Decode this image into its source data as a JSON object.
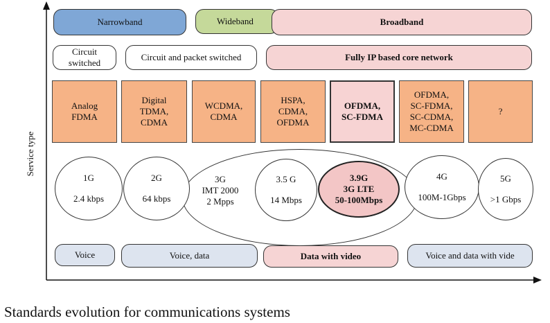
{
  "axis": {
    "y_label": "Service type"
  },
  "bandwidth": {
    "narrowband": "Narrowband",
    "wideband": "Wideband",
    "broadband": "Broadband"
  },
  "switching": {
    "circuit": "Circuit\nswitched",
    "circuit_packet": "Circuit and packet switched",
    "ip_core": "Fully IP based core network"
  },
  "technologies": [
    "Analog\nFDMA",
    "Digital\nTDMA,\nCDMA",
    "WCDMA,\nCDMA",
    "HSPA,\nCDMA,\nOFDMA",
    "OFDMA,\nSC-FDMA",
    "OFDMA,\nSC-FDMA,\nSC-CDMA,\nMC-CDMA",
    "?"
  ],
  "generations": [
    {
      "name": "1G",
      "detail": "2.4 kbps"
    },
    {
      "name": "2G",
      "detail": "64 kbps"
    },
    {
      "name": "3G\nIMT 2000",
      "detail": "2 Mpps"
    },
    {
      "name": "3.5 G",
      "detail": "14 Mbps"
    },
    {
      "name": "3.9G\n3G LTE",
      "detail": "50-100Mbps"
    },
    {
      "name": "4G",
      "detail": "100M-1Gbps"
    },
    {
      "name": "5G",
      "detail": ">1 Gbps"
    }
  ],
  "services": {
    "voice": "Voice",
    "voice_data": "Voice, data",
    "data_video": "Data with video",
    "voice_data_video": "Voice and data with vide"
  },
  "caption": "Standards evolution for communications systems"
}
